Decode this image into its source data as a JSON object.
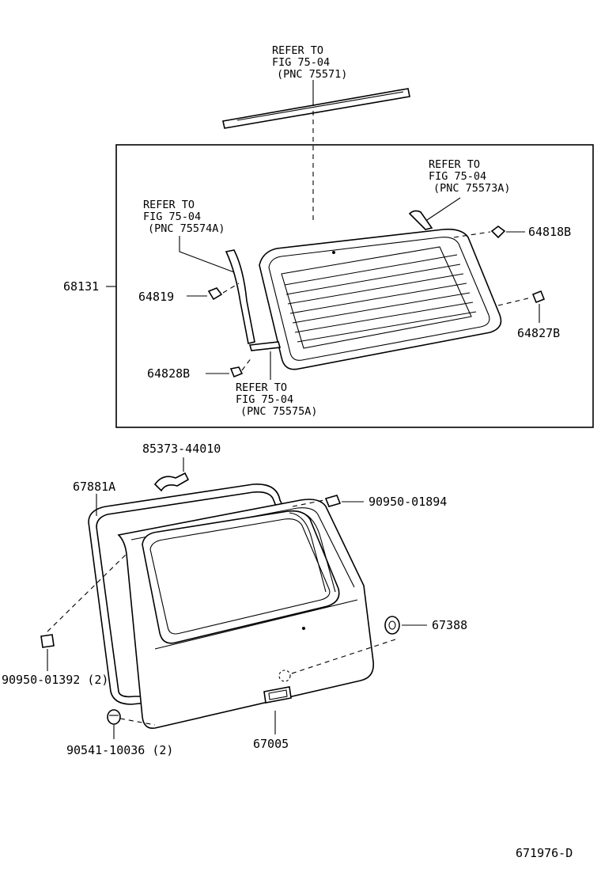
{
  "refs": {
    "top": [
      "REFER TO",
      "FIG 75-04",
      "(PNC 75571)"
    ],
    "right": [
      "REFER TO",
      "FIG 75-04",
      "(PNC 75573A)"
    ],
    "left": [
      "REFER TO",
      "FIG 75-04",
      "(PNC 75574A)"
    ],
    "bottom": [
      "REFER TO",
      "FIG 75-04",
      "(PNC 75575A)"
    ]
  },
  "labels": {
    "p68131": "68131",
    "p64818B": "64818B",
    "p64819": "64819",
    "p64827B": "64827B",
    "p64828B": "64828B",
    "p85373": "85373-44010",
    "p67881A": "67881A",
    "p90950_01894": "90950-01894",
    "p67388": "67388",
    "p90950_01392": "90950-01392 (2)",
    "p90541": "90541-10036 (2)",
    "p67005": "67005",
    "diagram_id": "671976-D"
  }
}
